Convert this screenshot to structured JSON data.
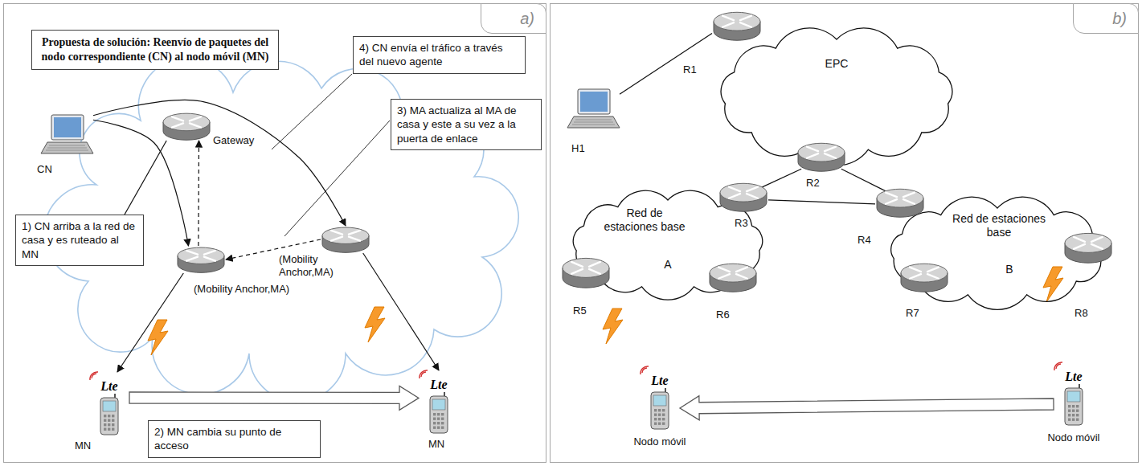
{
  "diagram": {
    "nodes": [
      {
        "text": [
          "a)"
        ]
      },
      {
        "text": [
          "Propuesta de solución: Reenvío de paquetes del nodo correspondiente (CN) al nodo móvil (MN)"
        ],
        "in": 0
      },
      {
        "text": [
          "CN"
        ],
        "in": 0
      },
      {
        "text": [
          "Gateway"
        ],
        "in": 0
      },
      {
        "text": [
          "(Mobility Anchor,MA)"
        ],
        "in": 0
      },
      {
        "text": [
          "(Mobility Anchor,MA)"
        ],
        "in": 0
      },
      {
        "text": [
          "Lte",
          "MN"
        ],
        "in": 0
      },
      {
        "text": [
          "Lte",
          "MN"
        ],
        "in": 0
      },
      {
        "text": [
          "4) CN envía el tráfico a través del nuevo agente"
        ],
        "in": 0
      },
      {
        "text": [
          "3) MA actualiza al MA de casa y este a su vez a la puerta de enlace"
        ],
        "in": 0
      },
      {
        "text": [
          "1) CN arriba a la red de casa y es ruteado al MN"
        ],
        "in": 0
      },
      {
        "text": [
          "2) MN cambia su punto de acceso"
        ],
        "in": 0
      },
      {
        "text": [
          "b)"
        ]
      },
      {
        "text": [
          "H1"
        ],
        "in": 12
      },
      {
        "text": [
          "EPC"
        ],
        "in": 12
      },
      {
        "text": [
          "R1"
        ],
        "in": 12
      },
      {
        "text": [
          "R2"
        ],
        "in": 12
      },
      {
        "text": [
          "Red de estaciones base",
          "A"
        ],
        "in": 12
      },
      {
        "text": [
          "Red de estaciones base",
          "B"
        ],
        "in": 12
      },
      {
        "text": [
          "R3"
        ],
        "in": 12
      },
      {
        "text": [
          "R4"
        ],
        "in": 12
      },
      {
        "text": [
          "R5"
        ],
        "in": 12
      },
      {
        "text": [
          "R6"
        ],
        "in": 12
      },
      {
        "text": [
          "R7"
        ],
        "in": 12
      },
      {
        "text": [
          "R8"
        ],
        "in": 12
      },
      {
        "text": [
          "Lte",
          "Nodo móvil"
        ],
        "in": 12
      },
      {
        "text": [
          "Lte",
          "Nodo móvil"
        ],
        "in": 12
      }
    ],
    "edges": [
      {
        "from": 2,
        "to": 4,
        "arrow": "to"
      },
      {
        "from": 2,
        "to": 5,
        "arrow": "to"
      },
      {
        "from": 4,
        "to": 3,
        "arrow": "to"
      },
      {
        "from": 5,
        "to": 4,
        "arrow": "to"
      },
      {
        "from": 4,
        "to": 6,
        "arrow": "to"
      },
      {
        "from": 5,
        "to": 7,
        "arrow": "to"
      },
      {
        "from": 6,
        "to": 7,
        "arrow": "to"
      },
      {
        "from": 10,
        "to": 3,
        "arrow": "none"
      },
      {
        "from": 13,
        "to": 15,
        "arrow": "none"
      },
      {
        "from": 16,
        "to": 19,
        "arrow": "none"
      },
      {
        "from": 16,
        "to": 20,
        "arrow": "none"
      },
      {
        "from": 19,
        "to": 20,
        "arrow": "none"
      },
      {
        "from": 26,
        "to": 25,
        "arrow": "to"
      }
    ]
  }
}
